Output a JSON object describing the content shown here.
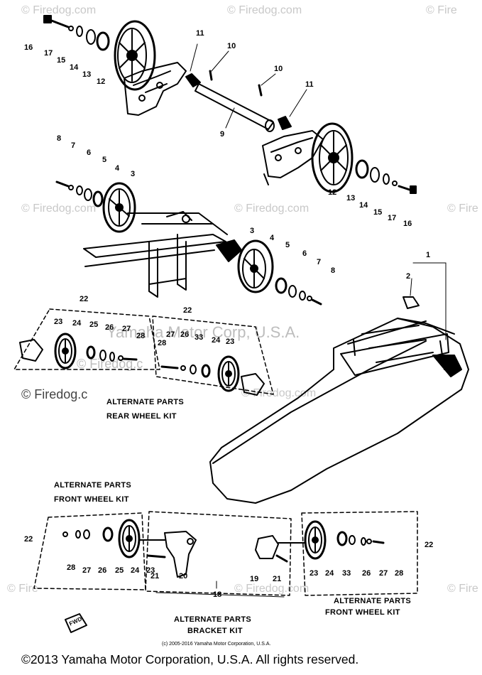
{
  "watermarks": {
    "firedog": "© Firedog.com",
    "firedog_short": "© Fire",
    "firedog_alt": "© Firedog.c",
    "yamaha": "Yamaha Motor Corp, U.S.A."
  },
  "captions": {
    "rear_kit_line1": "ALTERNATE PARTS",
    "rear_kit_line2": "REAR WHEEL KIT",
    "front_kit_left_line1": "ALTERNATE PARTS",
    "front_kit_left_line2": "FRONT WHEEL KIT",
    "front_kit_right_line1": "ALTERNATE PARTS",
    "front_kit_right_line2": "FRONT WHEEL KIT",
    "bracket_kit_line1": "ALTERNATE PARTS",
    "bracket_kit_line2": "BRACKET KIT",
    "fwd": "FWD"
  },
  "footer": {
    "small_copyright": "(c) 2005-2016 Yamaha Motor Corporation, U.S.A.",
    "copyright": "©2013 Yamaha Motor Corporation, U.S.A. All rights reserved."
  },
  "callouts": {
    "top_left": [
      "16",
      "17",
      "15",
      "14",
      "13",
      "12"
    ],
    "top_center": [
      "11",
      "10",
      "10",
      "11",
      "9"
    ],
    "top_right": [
      "12",
      "13",
      "14",
      "15",
      "17",
      "16"
    ],
    "mid_left": [
      "8",
      "7",
      "6",
      "5",
      "4",
      "3"
    ],
    "mid_right": [
      "3",
      "4",
      "5",
      "6",
      "7",
      "8"
    ],
    "track": [
      "1",
      "2"
    ],
    "rear_kit": [
      "22",
      "22",
      "23",
      "24",
      "25",
      "26",
      "27",
      "28",
      "28",
      "27",
      "26",
      "33",
      "24",
      "23"
    ],
    "front_left_kit": [
      "22",
      "28",
      "27",
      "26",
      "25",
      "24",
      "23"
    ],
    "bracket": [
      "21",
      "20",
      "19",
      "21",
      "18"
    ],
    "front_right_kit": [
      "23",
      "24",
      "33",
      "26",
      "27",
      "28",
      "22"
    ]
  }
}
